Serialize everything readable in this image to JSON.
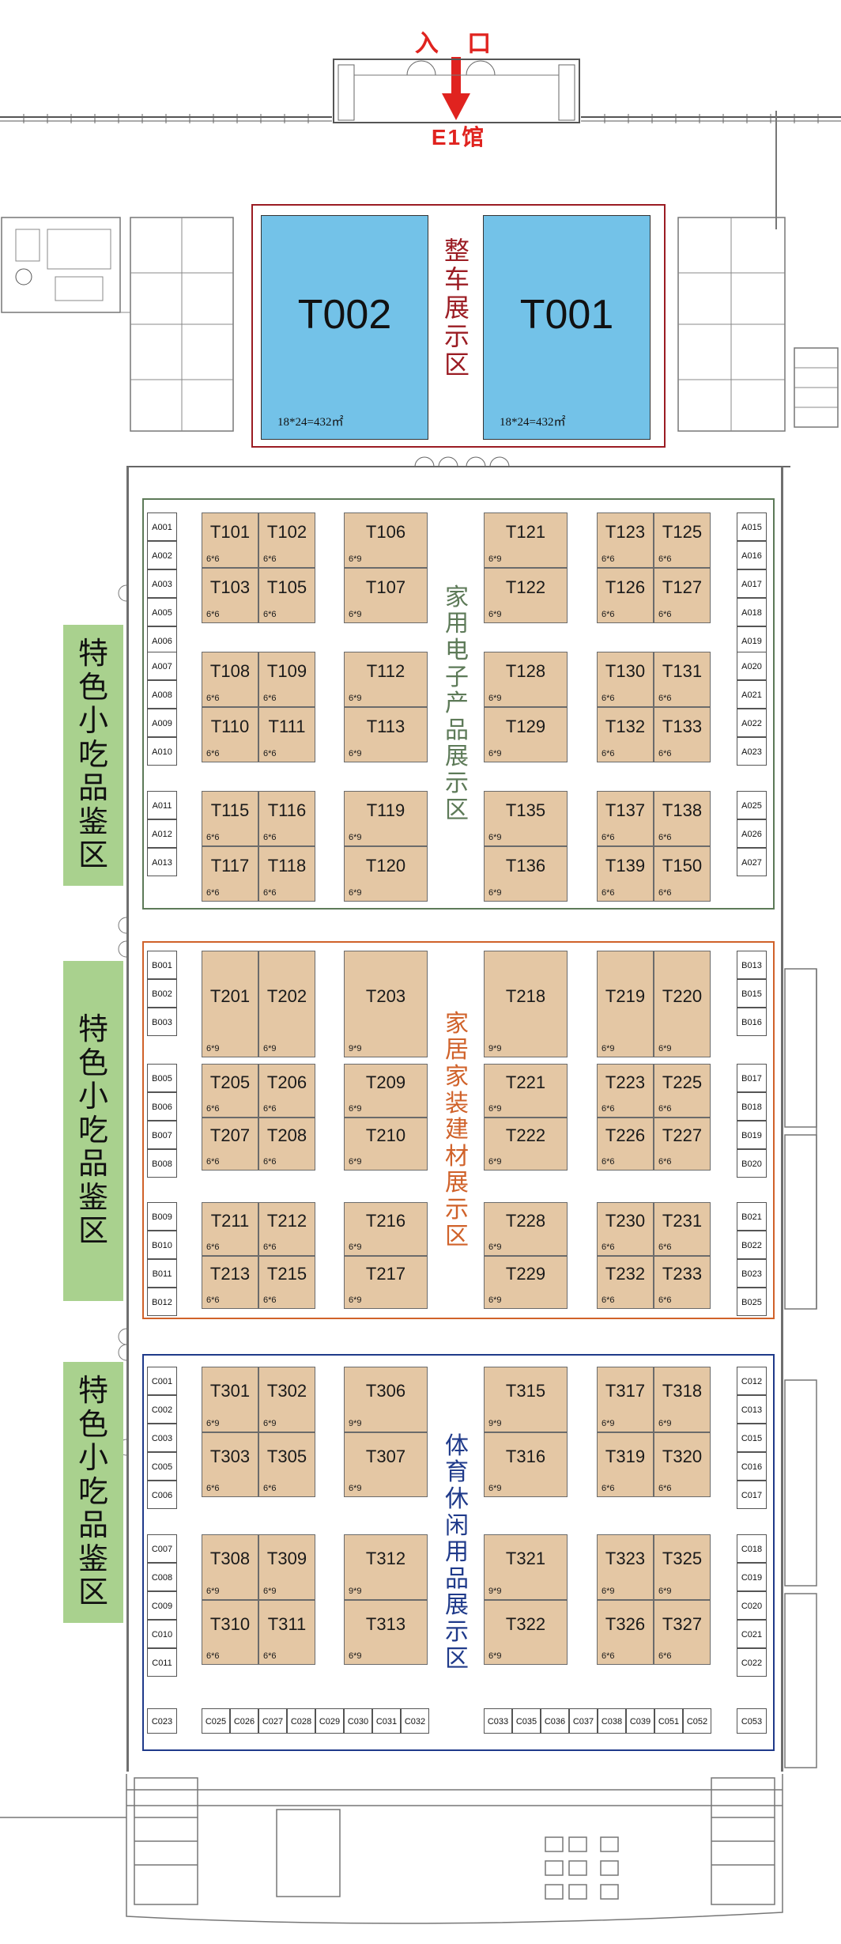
{
  "entrance": {
    "label": "入 口",
    "hall": "E1馆"
  },
  "colors": {
    "red": "#e0231f",
    "vehicle_zone": "#9b1c23",
    "electronics_zone": "#5d7a58",
    "home_zone": "#d0622a",
    "sports_zone": "#1f3a8a",
    "booth_fill": "#e4c7a4",
    "vehicle_fill": "#73c2e8",
    "food_fill": "#a9d18e"
  },
  "vehicle_zone": {
    "label": "整车展示区",
    "booths": [
      {
        "id": "T002",
        "size": "18*24=432㎡"
      },
      {
        "id": "T001",
        "size": "18*24=432㎡"
      }
    ]
  },
  "snack_label": "特色小吃品鉴区",
  "zones": [
    {
      "key": "electronics",
      "label": "家用电子产品展示区",
      "left_booths": [
        "A001",
        "A002",
        "A003",
        "A005",
        "A006",
        "A007",
        "A008",
        "A009",
        "A010",
        "A011",
        "A012",
        "A013"
      ],
      "right_booths": [
        "A015",
        "A016",
        "A017",
        "A018",
        "A019",
        "A020",
        "A021",
        "A022",
        "A023",
        "A025",
        "A026",
        "A027"
      ],
      "rows": [
        [
          {
            "cells": [
              {
                "id": "T101",
                "size": "6*6"
              },
              {
                "id": "T102",
                "size": "6*6"
              },
              {
                "id": "T103",
                "size": "6*6"
              },
              {
                "id": "T105",
                "size": "6*6"
              }
            ]
          },
          {
            "cells": [
              {
                "id": "T106",
                "size": "6*9"
              },
              {
                "id": "T107",
                "size": "6*9"
              }
            ]
          },
          {
            "cells": [
              {
                "id": "T121",
                "size": "6*9"
              },
              {
                "id": "T122",
                "size": "6*9"
              }
            ]
          },
          {
            "cells": [
              {
                "id": "T123",
                "size": "6*6"
              },
              {
                "id": "T125",
                "size": "6*6"
              },
              {
                "id": "T126",
                "size": "6*6"
              },
              {
                "id": "T127",
                "size": "6*6"
              }
            ]
          }
        ],
        [
          {
            "cells": [
              {
                "id": "T108",
                "size": "6*6"
              },
              {
                "id": "T109",
                "size": "6*6"
              },
              {
                "id": "T110",
                "size": "6*6"
              },
              {
                "id": "T111",
                "size": "6*6"
              }
            ]
          },
          {
            "cells": [
              {
                "id": "T112",
                "size": "6*9"
              },
              {
                "id": "T113",
                "size": "6*9"
              }
            ]
          },
          {
            "cells": [
              {
                "id": "T128",
                "size": "6*9"
              },
              {
                "id": "T129",
                "size": "6*9"
              }
            ]
          },
          {
            "cells": [
              {
                "id": "T130",
                "size": "6*6"
              },
              {
                "id": "T131",
                "size": "6*6"
              },
              {
                "id": "T132",
                "size": "6*6"
              },
              {
                "id": "T133",
                "size": "6*6"
              }
            ]
          }
        ],
        [
          {
            "cells": [
              {
                "id": "T115",
                "size": "6*6"
              },
              {
                "id": "T116",
                "size": "6*6"
              },
              {
                "id": "T117",
                "size": "6*6"
              },
              {
                "id": "T118",
                "size": "6*6"
              }
            ]
          },
          {
            "cells": [
              {
                "id": "T119",
                "size": "6*9"
              },
              {
                "id": "T120",
                "size": "6*9"
              }
            ]
          },
          {
            "cells": [
              {
                "id": "T135",
                "size": "6*9"
              },
              {
                "id": "T136",
                "size": "6*9"
              }
            ]
          },
          {
            "cells": [
              {
                "id": "T137",
                "size": "6*6"
              },
              {
                "id": "T138",
                "size": "6*6"
              },
              {
                "id": "T139",
                "size": "6*6"
              },
              {
                "id": "T150",
                "size": "6*6"
              }
            ]
          }
        ]
      ]
    },
    {
      "key": "home",
      "label": "家居家装建材展示区",
      "left_booths": [
        "B001",
        "B002",
        "B003",
        "B005",
        "B006",
        "B007",
        "B008",
        "B009",
        "B010",
        "B011",
        "B012"
      ],
      "right_booths": [
        "B013",
        "B015",
        "B016",
        "B017",
        "B018",
        "B019",
        "B020",
        "B021",
        "B022",
        "B023",
        "B025"
      ],
      "rows": [
        [
          {
            "cells": [
              {
                "id": "T201",
                "size": "6*9"
              },
              {
                "id": "T202",
                "size": "6*9"
              }
            ]
          },
          {
            "cells": [
              {
                "id": "T203",
                "size": "9*9"
              }
            ]
          },
          {
            "cells": [
              {
                "id": "T218",
                "size": "9*9"
              }
            ]
          },
          {
            "cells": [
              {
                "id": "T219",
                "size": "6*9"
              },
              {
                "id": "T220",
                "size": "6*9"
              }
            ]
          }
        ],
        [
          {
            "cells": [
              {
                "id": "T205",
                "size": "6*6"
              },
              {
                "id": "T206",
                "size": "6*6"
              },
              {
                "id": "T207",
                "size": "6*6"
              },
              {
                "id": "T208",
                "size": "6*6"
              }
            ]
          },
          {
            "cells": [
              {
                "id": "T209",
                "size": "6*9"
              },
              {
                "id": "T210",
                "size": "6*9"
              }
            ]
          },
          {
            "cells": [
              {
                "id": "T221",
                "size": "6*9"
              },
              {
                "id": "T222",
                "size": "6*9"
              }
            ]
          },
          {
            "cells": [
              {
                "id": "T223",
                "size": "6*6"
              },
              {
                "id": "T225",
                "size": "6*6"
              },
              {
                "id": "T226",
                "size": "6*6"
              },
              {
                "id": "T227",
                "size": "6*6"
              }
            ]
          }
        ],
        [
          {
            "cells": [
              {
                "id": "T211",
                "size": "6*6"
              },
              {
                "id": "T212",
                "size": "6*6"
              },
              {
                "id": "T213",
                "size": "6*6"
              },
              {
                "id": "T215",
                "size": "6*6"
              }
            ]
          },
          {
            "cells": [
              {
                "id": "T216",
                "size": "6*9"
              },
              {
                "id": "T217",
                "size": "6*9"
              }
            ]
          },
          {
            "cells": [
              {
                "id": "T228",
                "size": "6*9"
              },
              {
                "id": "T229",
                "size": "6*9"
              }
            ]
          },
          {
            "cells": [
              {
                "id": "T230",
                "size": "6*6"
              },
              {
                "id": "T231",
                "size": "6*6"
              },
              {
                "id": "T232",
                "size": "6*6"
              },
              {
                "id": "T233",
                "size": "6*6"
              }
            ]
          }
        ]
      ]
    },
    {
      "key": "sports",
      "label": "体育休闲用品展示区",
      "left_booths": [
        "C001",
        "C002",
        "C003",
        "C005",
        "C006",
        "C007",
        "C008",
        "C009",
        "C010",
        "C011"
      ],
      "right_booths": [
        "C012",
        "C013",
        "C015",
        "C016",
        "C017",
        "C018",
        "C019",
        "C020",
        "C021",
        "C022"
      ],
      "rows": [
        [
          {
            "cells": [
              {
                "id": "T301",
                "size": "6*9"
              },
              {
                "id": "T302",
                "size": "6*9"
              },
              {
                "id": "T303",
                "size": "6*6"
              },
              {
                "id": "T305",
                "size": "6*6"
              }
            ]
          },
          {
            "cells": [
              {
                "id": "T306",
                "size": "9*9"
              },
              {
                "id": "T307",
                "size": "6*9"
              }
            ]
          },
          {
            "cells": [
              {
                "id": "T315",
                "size": "9*9"
              },
              {
                "id": "T316",
                "size": "6*9"
              }
            ]
          },
          {
            "cells": [
              {
                "id": "T317",
                "size": "6*9"
              },
              {
                "id": "T318",
                "size": "6*9"
              },
              {
                "id": "T319",
                "size": "6*6"
              },
              {
                "id": "T320",
                "size": "6*6"
              }
            ]
          }
        ],
        [
          {
            "cells": [
              {
                "id": "T308",
                "size": "6*9"
              },
              {
                "id": "T309",
                "size": "6*9"
              },
              {
                "id": "T310",
                "size": "6*6"
              },
              {
                "id": "T311",
                "size": "6*6"
              }
            ]
          },
          {
            "cells": [
              {
                "id": "T312",
                "size": "9*9"
              },
              {
                "id": "T313",
                "size": "6*9"
              }
            ]
          },
          {
            "cells": [
              {
                "id": "T321",
                "size": "9*9"
              },
              {
                "id": "T322",
                "size": "6*9"
              }
            ]
          },
          {
            "cells": [
              {
                "id": "T323",
                "size": "6*9"
              },
              {
                "id": "T325",
                "size": "6*9"
              },
              {
                "id": "T326",
                "size": "6*6"
              },
              {
                "id": "T327",
                "size": "6*6"
              }
            ]
          }
        ]
      ],
      "bottom_left": "C023",
      "bottom_row_a": [
        "C025",
        "C026",
        "C027",
        "C028",
        "C029",
        "C030",
        "C031",
        "C032"
      ],
      "bottom_row_b": [
        "C033",
        "C035",
        "C036",
        "C037",
        "C038",
        "C039",
        "C051",
        "C052"
      ],
      "bottom_right": "C053"
    }
  ]
}
